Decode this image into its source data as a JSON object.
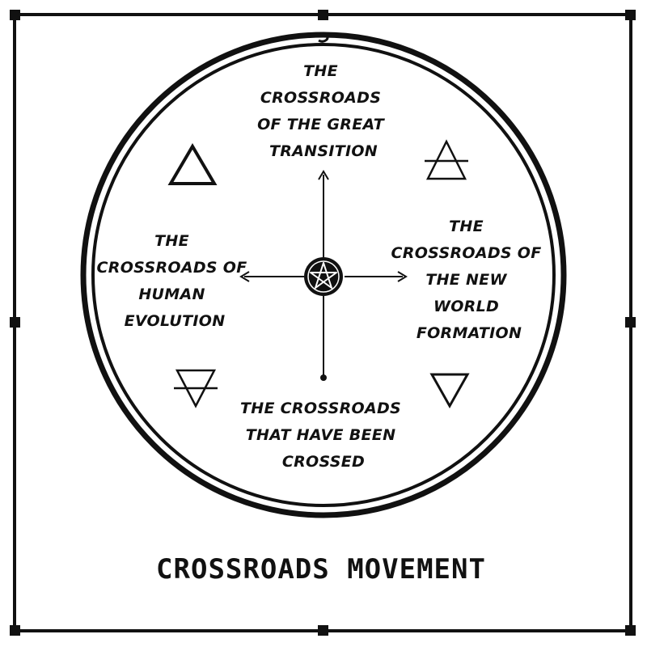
{
  "diagram": {
    "labels": {
      "top": [
        "THE",
        "CROSSROADS",
        "OF THE GREAT",
        "TRANSITION"
      ],
      "right": [
        "THE",
        "CROSSROADS OF",
        "THE NEW",
        "WORLD",
        "FORMATION"
      ],
      "bottom": [
        "THE CROSSROADS",
        "THAT HAVE BEEN",
        "CROSSED"
      ],
      "left": [
        "THE",
        "CROSSROADS OF",
        "HUMAN",
        "EVOLUTION"
      ]
    },
    "symbols": {
      "top_left": "fire-element-triangle",
      "top_right": "air-element-triangle",
      "bottom_left": "earth-element-triangle",
      "bottom_right": "water-element-triangle",
      "center": "pentagram-emblem"
    },
    "footer_title": "CROSSROADS MOVEMENT"
  },
  "colors": {
    "ink": "#111111",
    "background": "#ffffff"
  }
}
